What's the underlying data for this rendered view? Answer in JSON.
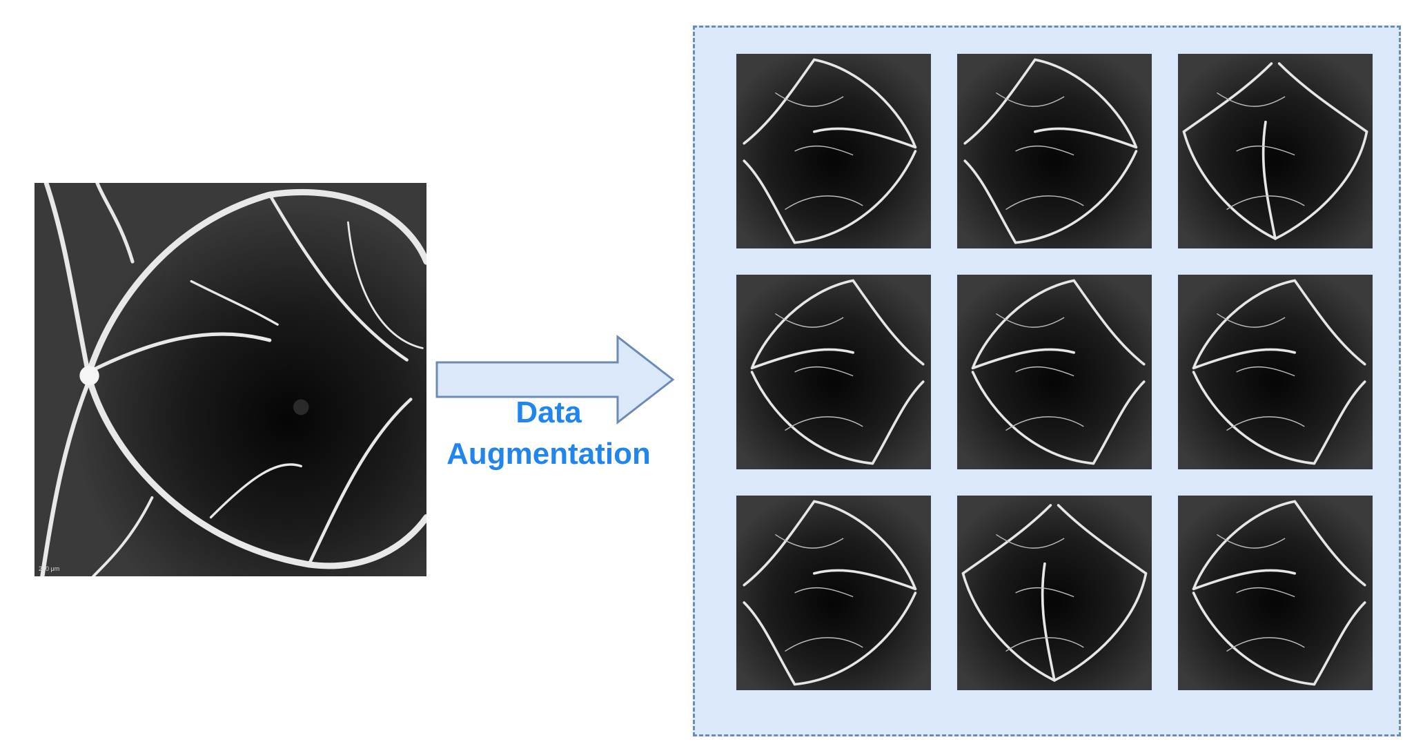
{
  "diagram": {
    "label_line1": "Data",
    "label_line2": "Augmentation",
    "colors": {
      "label": "#2185ee",
      "panel_fill": "#dae8fa",
      "panel_border": "#6b8ab8",
      "arrow_fill": "#dae8fa",
      "arrow_stroke": "#6b8ab8"
    },
    "source_image": {
      "description_icon": "retina-fundus-angiogram",
      "scale_text": "200 μm"
    },
    "augmented_images": [
      {
        "icon": "fundus-flipped"
      },
      {
        "icon": "fundus-flipped"
      },
      {
        "icon": "fundus-rotated"
      },
      {
        "icon": "fundus-original"
      },
      {
        "icon": "fundus-original"
      },
      {
        "icon": "fundus-original"
      },
      {
        "icon": "fundus-flipped"
      },
      {
        "icon": "fundus-rotated"
      },
      {
        "icon": "fundus-original"
      }
    ]
  }
}
